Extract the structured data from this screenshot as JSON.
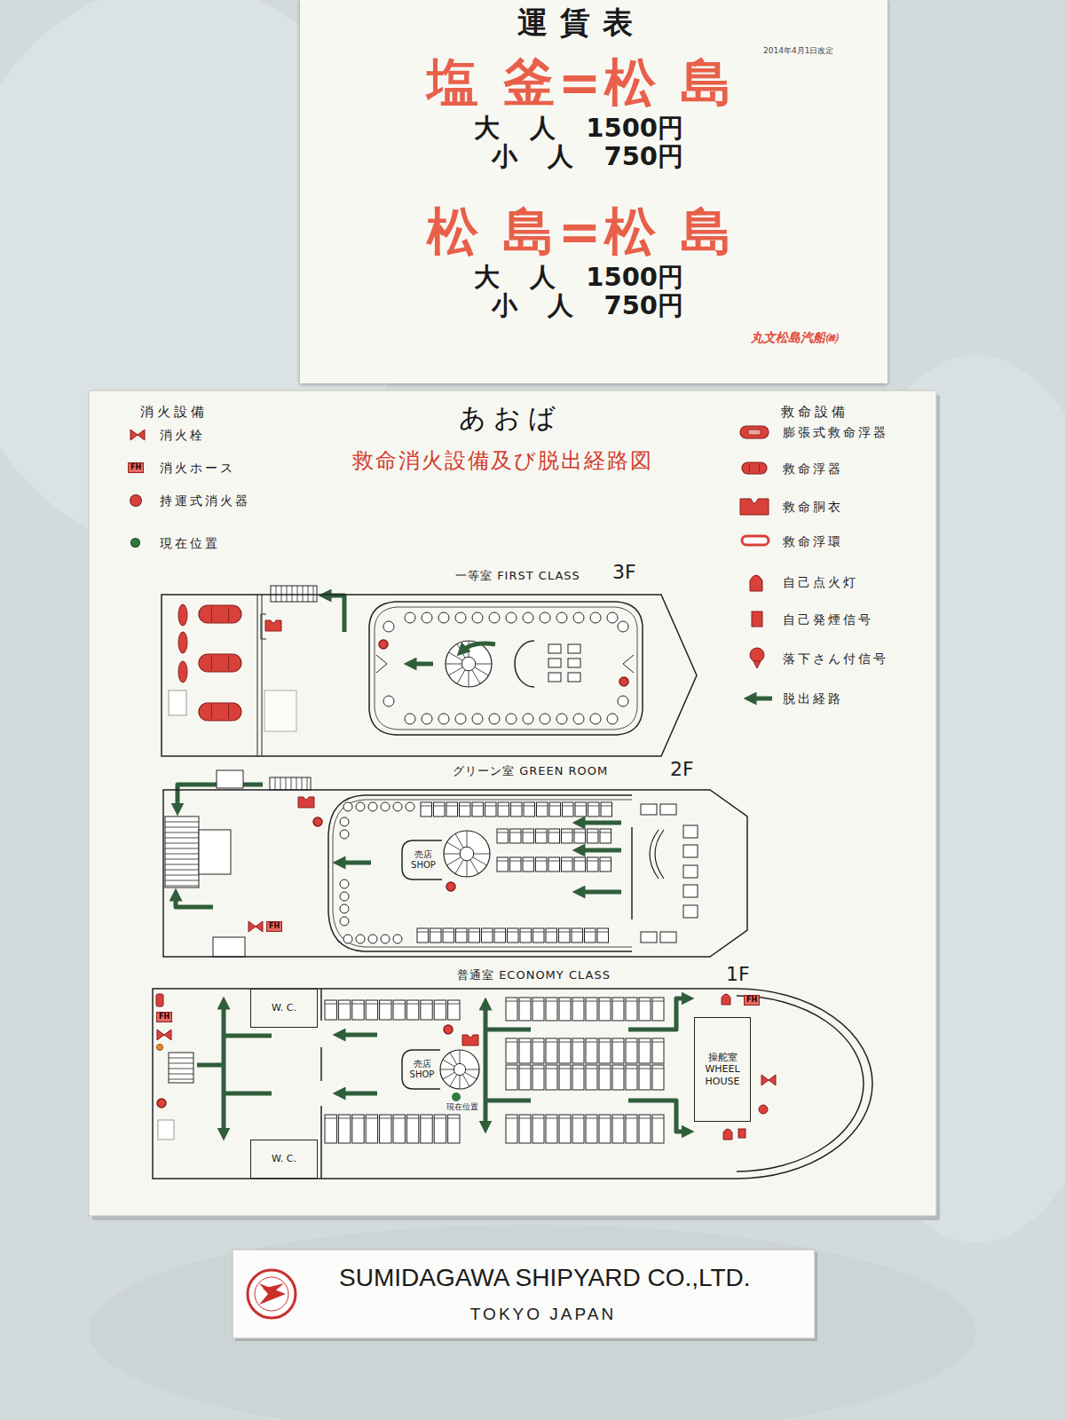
{
  "diagram": {
    "nodes": [
      {
        "text": [
          "運賃表",
          "2014年4月1日改定",
          "塩 釜=松 島",
          "大 人 1500円",
          "小 人 750円",
          "松 島=松 島",
          "大 人 1500円",
          "小 人 750円",
          "丸文松島汽船㈱"
        ]
      },
      {
        "text": [
          "あおば",
          "救命消火設備及び脱出経路図"
        ]
      },
      {
        "text": [
          "一等室 FIRST CLASS",
          "3F"
        ],
        "in": 1
      },
      {
        "text": [
          "グリーン室 GREEN ROOM",
          "2F"
        ],
        "in": 1
      },
      {
        "text": [
          "売店 SHOP"
        ],
        "in": 3
      },
      {
        "text": [
          "普通室 ECONOMY CLASS",
          "1F"
        ],
        "in": 1
      },
      {
        "text": [
          "W. C."
        ],
        "in": 5
      },
      {
        "text": [
          "W. C."
        ],
        "in": 5
      },
      {
        "text": [
          "売店 SHOP"
        ],
        "in": 5
      },
      {
        "text": [
          "操舵室 WHEEL HOUSE"
        ],
        "in": 5
      },
      {
        "text": [
          "SUMIDAGAWA SHIPYARD CO.,LTD.",
          "TOKYO JAPAN"
        ]
      }
    ],
    "labels": [
      "消火設備",
      "救命設備",
      "FH",
      "FH",
      "FH",
      "FH",
      "現在位置"
    ],
    "legend": [
      {
        "text": "消火栓"
      },
      {
        "text": "消火ホース"
      },
      {
        "text": "持運式消火器",
        "color": "#d9403a"
      },
      {
        "text": "現在位置",
        "color": "#2f7a3e"
      },
      {
        "text": "膨張式救命浮器"
      },
      {
        "text": "救命浮器"
      },
      {
        "text": "救命胴衣"
      },
      {
        "text": "救命浮環"
      },
      {
        "text": "自己点火灯"
      },
      {
        "text": "自己発煙信号"
      },
      {
        "text": "落下さん付信号"
      },
      {
        "text": "脱出経路"
      }
    ]
  }
}
